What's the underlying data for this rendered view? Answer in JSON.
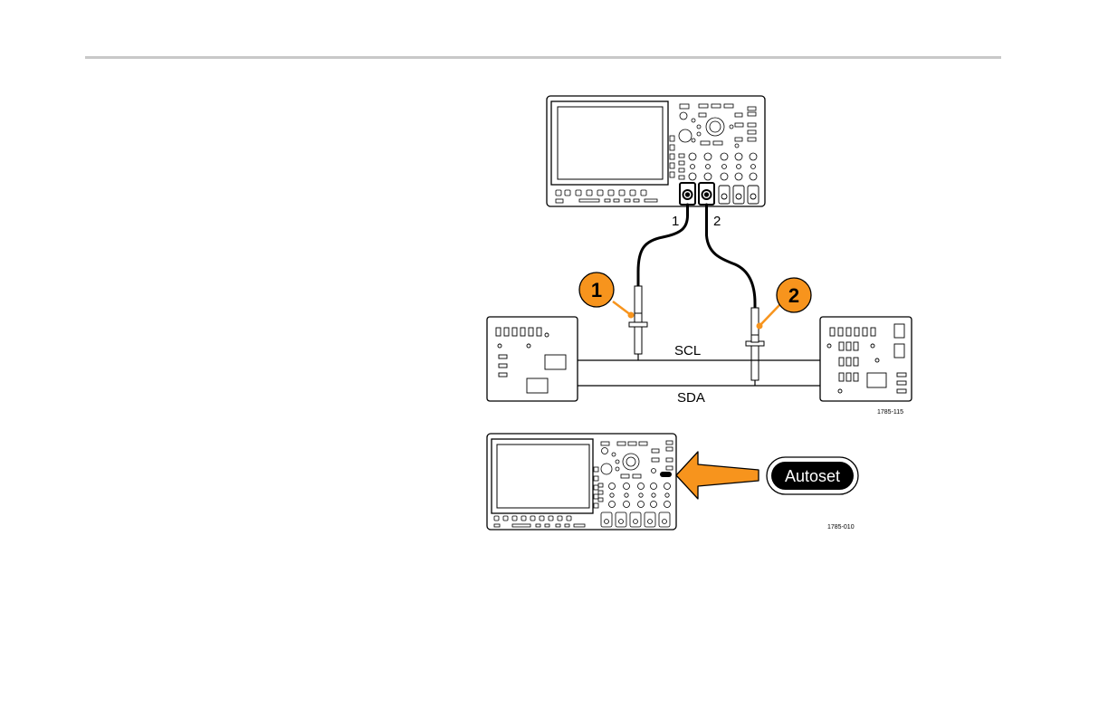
{
  "colors": {
    "callout_orange": "#F7941D",
    "arrow_orange": "#F7941D",
    "line": "#000000",
    "header_rule": "#c8c8c8"
  },
  "scope_top": {
    "channel_labels": [
      "1",
      "2"
    ]
  },
  "bus": {
    "line1_label": "SCL",
    "line2_label": "SDA"
  },
  "callouts": [
    "1",
    "2"
  ],
  "figure_codes": [
    "1785-115",
    "1785-010"
  ],
  "autoset": {
    "button_label": "Autoset"
  },
  "icons": [
    "oscilloscope-icon",
    "probe-icon",
    "circuit-board-icon",
    "arrow-icon"
  ]
}
